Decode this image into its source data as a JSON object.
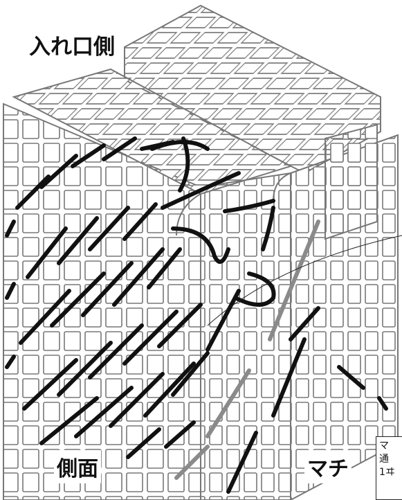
{
  "labels": {
    "top": "入れ口側",
    "side": "側面",
    "gusset": "マチ"
  },
  "note": {
    "lines": [
      "マ",
      "通",
      "1ヰ"
    ]
  },
  "colors": {
    "grid_stroke": "#777777",
    "stitch_black": "#111111",
    "stitch_gray": "#8a8a8a",
    "background": "#ffffff"
  }
}
